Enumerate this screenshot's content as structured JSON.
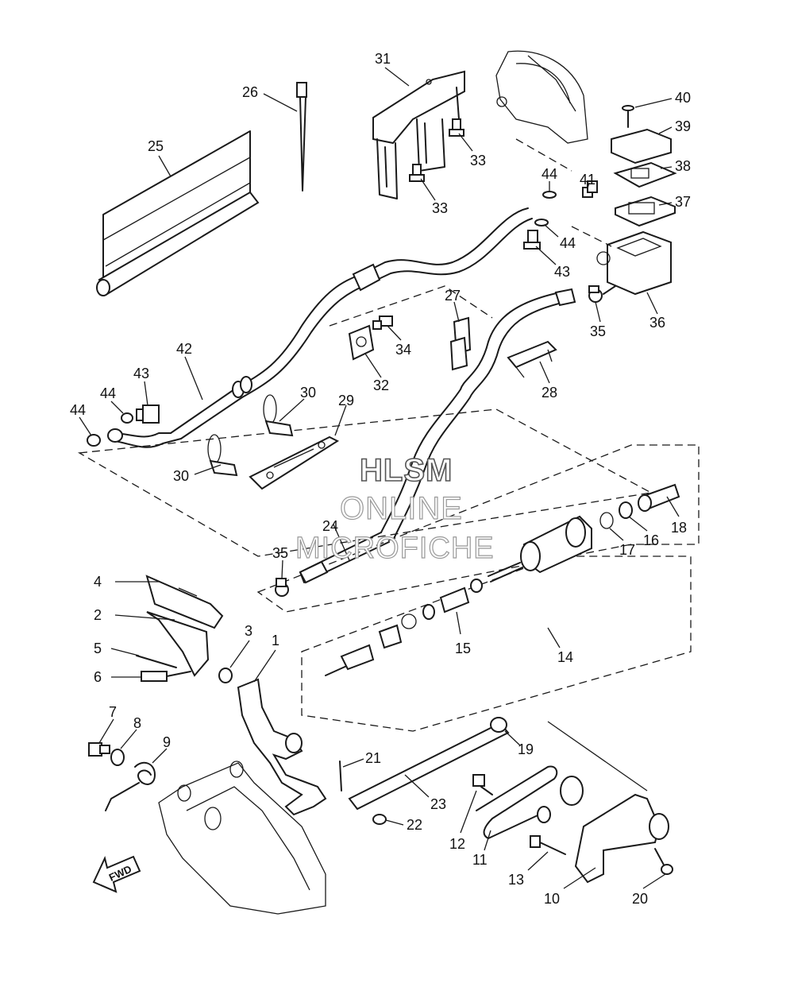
{
  "watermark": {
    "line1": "HLSM",
    "line2": "ONLINE",
    "line3": "MICROFICHE"
  },
  "direction_label": "FWD",
  "callouts": [
    "1",
    "2",
    "3",
    "4",
    "5",
    "6",
    "7",
    "8",
    "9",
    "10",
    "11",
    "12",
    "13",
    "14",
    "15",
    "16",
    "17",
    "18",
    "19",
    "20",
    "21",
    "22",
    "23",
    "24",
    "25",
    "26",
    "27",
    "28",
    "29",
    "30",
    "31",
    "32",
    "33",
    "34",
    "35",
    "36",
    "37",
    "38",
    "39",
    "40",
    "41",
    "42",
    "43",
    "44"
  ]
}
